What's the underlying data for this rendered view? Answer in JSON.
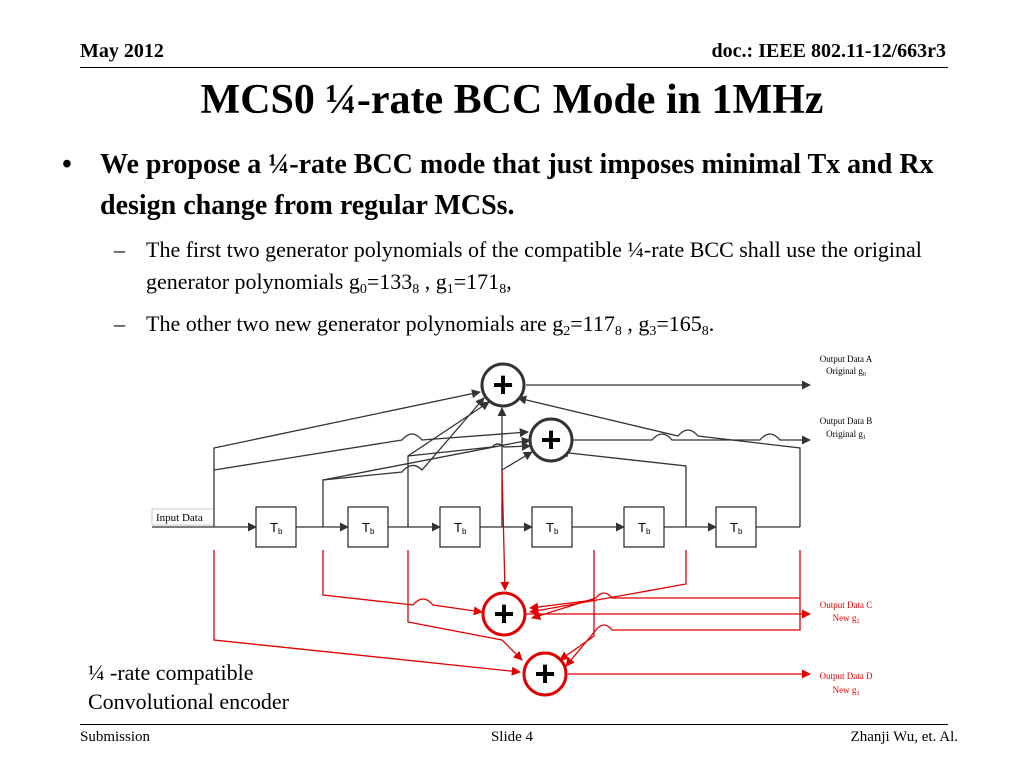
{
  "header": {
    "date": "May 2012",
    "doc_id": "doc.: IEEE 802.11-12/663r3"
  },
  "title": "MCS0 ¼-rate BCC Mode in 1MHz",
  "bullets": {
    "main": "We propose a ¼-rate BCC mode that just imposes minimal Tx and Rx design change from regular MCSs.",
    "sub1_text": "The first two generator polynomials of the compatible ¼-rate BCC shall use the original generator polynomials g",
    "sub1_g0_sub": "0",
    "sub1_g0_val": "=133",
    "sub1_g0_base": "8",
    "sub1_g1_pre": " , g",
    "sub1_g1_sub": "1",
    "sub1_g1_val": "=171",
    "sub1_g1_base": "8",
    "sub1_end": ",",
    "sub2_text": "The other two new generator polynomials are g",
    "sub2_g2_sub": "2",
    "sub2_g2_val": "=117",
    "sub2_g2_base": "8",
    "sub2_g3_pre": " , g",
    "sub2_g3_sub": "3",
    "sub2_g3_val": "=165",
    "sub2_g3_base": "8",
    "sub2_end": "."
  },
  "diagram": {
    "input_label": "Input Data",
    "register_label": "T",
    "register_sub": "b",
    "adder_symbol": "+",
    "outputs": [
      {
        "line1": "Output Data A",
        "line2": "Original g",
        "sub": "0",
        "color": "#000000"
      },
      {
        "line1": "Output Data B",
        "line2": "Original g",
        "sub": "1",
        "color": "#000000"
      },
      {
        "line1": "Output Data C",
        "line2": "New g",
        "sub": "2",
        "color": "#e00000"
      },
      {
        "line1": "Output Data D",
        "line2": "New g",
        "sub": "3",
        "color": "#e00000"
      }
    ],
    "colors": {
      "original": "#333333",
      "new": "#e00000"
    }
  },
  "caption": {
    "line1": "¼ -rate compatible",
    "line2": "Convolutional encoder"
  },
  "footer": {
    "left": "Submission",
    "center": "Slide 4",
    "right": "Zhanji Wu, et. Al."
  }
}
